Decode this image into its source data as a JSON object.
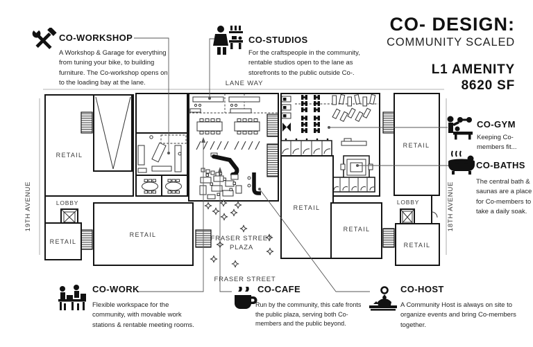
{
  "header": {
    "title": "CO- DESIGN:",
    "subtitle": "COMMUNITY SCALED",
    "level": "L1 AMENITY",
    "area": "8620 SF"
  },
  "callouts": {
    "workshop": {
      "icon": "tools-icon",
      "title": "CO-WORKSHOP",
      "body": "A Workshop & Garage for everything from tuning your bike, to building furniture. The Co-workshop opens on to the loading bay at the lane."
    },
    "studios": {
      "icon": "craftsperson-icon",
      "title": "CO-STUDIOS",
      "body": "For the craftspeople in the community, rentable studios open to the lane as storefronts to the public outside Co-."
    },
    "gym": {
      "icon": "barbell-icon",
      "title": "CO-GYM",
      "body": "Keeping Co-members fit..."
    },
    "baths": {
      "icon": "bathtub-icon",
      "title": "CO-BATHS",
      "body": "The central bath & saunas are a place for Co-members to take a daily soak."
    },
    "work": {
      "icon": "workstations-icon",
      "title": "CO-WORK",
      "body": "Flexible workspace for the community, with movable work stations & rentable meeting rooms."
    },
    "cafe": {
      "icon": "coffee-cup-icon",
      "title": "CO-CAFE",
      "body": "Run by the community, this cafe fronts the public plaza, serving both Co-members and the public beyond."
    },
    "host": {
      "icon": "concierge-icon",
      "title": "CO-HOST",
      "body": "A Community Host is always on site to organize events and bring Co-members together."
    }
  },
  "floorplan": {
    "labels": {
      "retail": "RETAIL",
      "lobby": "LOBBY",
      "lane_way": "LANE WAY",
      "plaza_line1": "FRASER STREET",
      "plaza_line2": "PLAZA",
      "fraser_street": "FRASER STREET",
      "avenue_west": "19TH AVENUE",
      "avenue_east": "18TH AVENUE"
    }
  }
}
